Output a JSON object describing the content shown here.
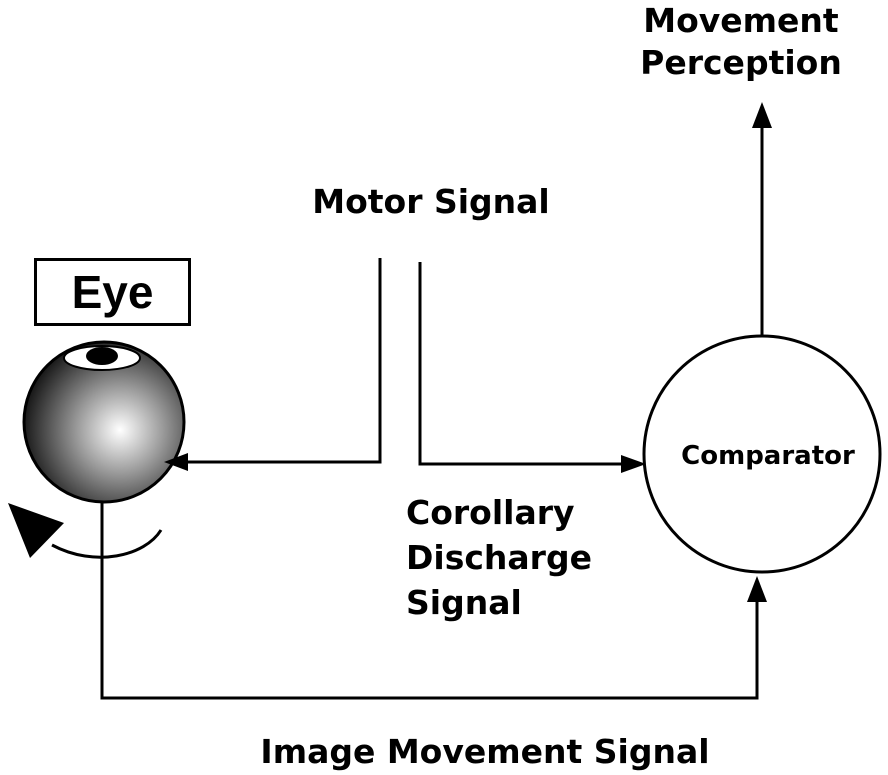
{
  "labels": {
    "eye": "Eye",
    "motor_signal": "Motor Signal",
    "movement_perception_line1": "Movement",
    "movement_perception_line2": "Perception",
    "comparator": "Comparator",
    "corollary_line1": "Corollary",
    "corollary_line2": "Discharge",
    "corollary_line3": "Signal",
    "image_movement_signal": "Image Movement Signal"
  },
  "colors": {
    "stroke": "#000000",
    "background": "#ffffff",
    "eyeball_highlight": "#ffffff",
    "eyeball_shadow": "#1a1a1a"
  },
  "icons": {
    "eyeball": "shaded-sphere-eyeball-icon",
    "rotation": "curved-rotation-arrow-icon"
  }
}
